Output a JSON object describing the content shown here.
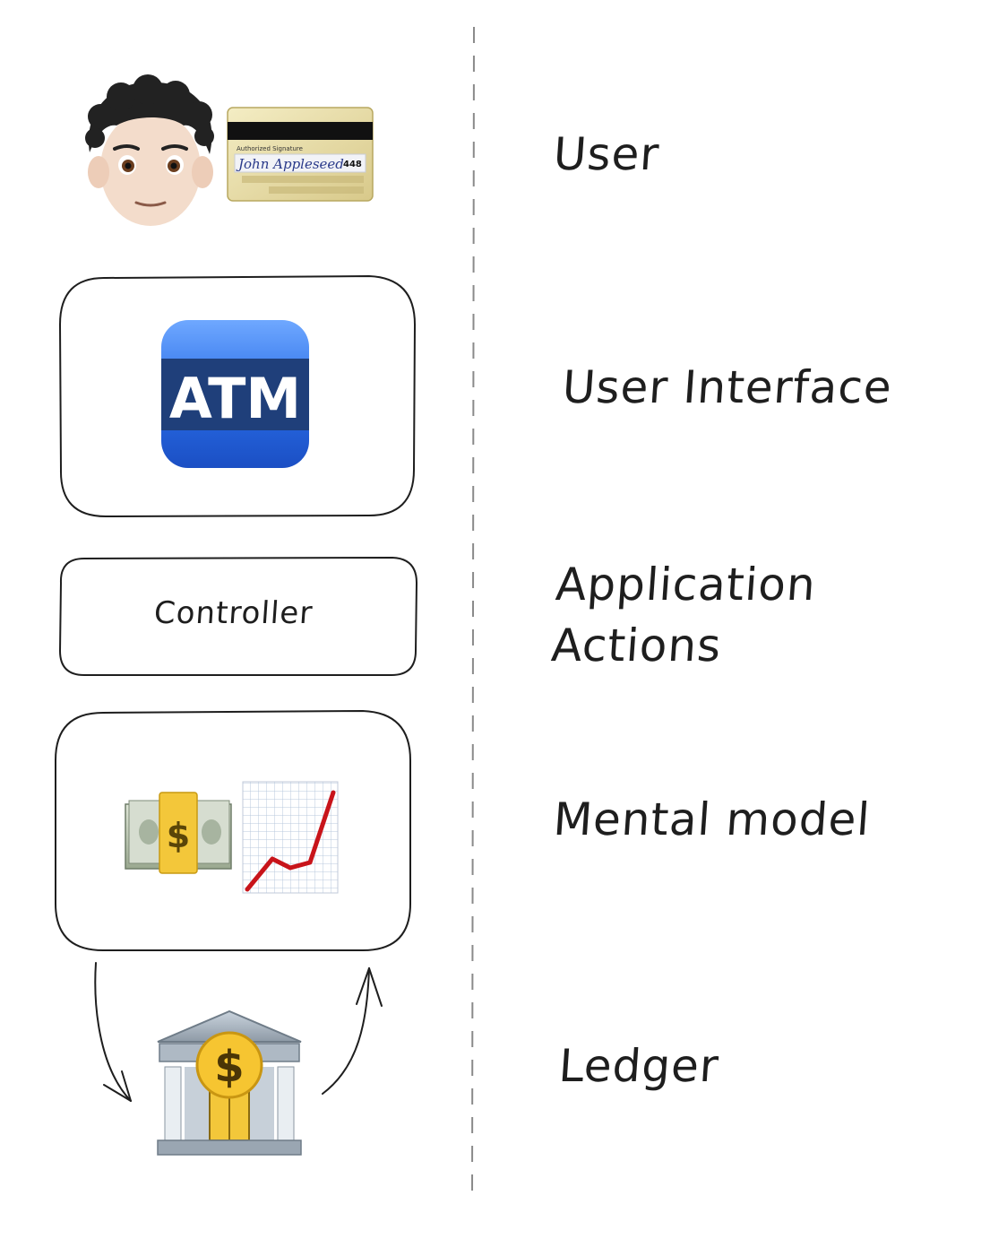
{
  "layers": [
    {
      "id": "user",
      "label": "User"
    },
    {
      "id": "ui",
      "label": "User Interface"
    },
    {
      "id": "actions",
      "label": "Application\nActions"
    },
    {
      "id": "model",
      "label": "Mental model"
    },
    {
      "id": "ledger",
      "label": "Ledger"
    }
  ],
  "controller_label": "Controller",
  "atm_text": "ATM",
  "card": {
    "signature_caption": "Authorized Signature",
    "signature": "John Appleseed",
    "security_code": "448"
  },
  "icons": [
    "person-icon",
    "credit-card-icon",
    "atm-icon",
    "money-icon",
    "chart-increasing-icon",
    "bank-icon"
  ]
}
